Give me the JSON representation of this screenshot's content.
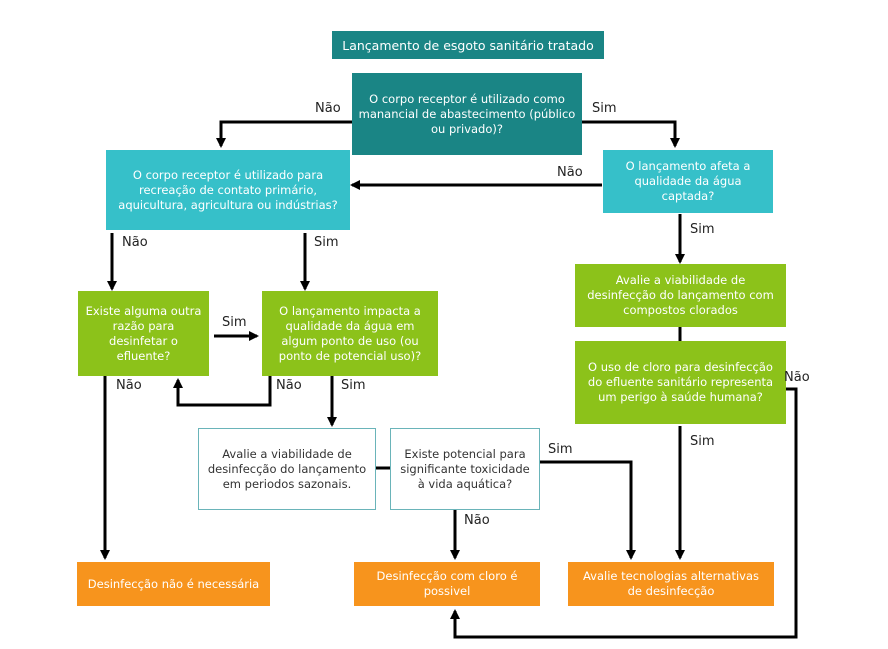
{
  "title": "Lançamento de esgoto  sanitário tratado",
  "nodes": {
    "q_manancial": "O corpo receptor é utilizado como manancial de abastecimento (público ou privado)?",
    "q_recreacao": "O corpo receptor é utilizado para recreação de contato primário, aquicultura, agricultura ou indústrias?",
    "q_afeta_captada": "O lançamento afeta a qualidade da água captada?",
    "q_outra_razao": "Existe alguma outra razão para desinfetar o efluente?",
    "q_impacta_ponto_uso": "O lançamento impacta a qualidade da água em algum ponto de uso (ou ponto de potencial uso)?",
    "a_avalie_clorados": "Avalie a viabilidade de desinfecção do lançamento com compostos clorados",
    "q_cloro_perigo": "O uso de cloro para desinfecção do efluente sanitário representa um perigo à saúde humana?",
    "a_avalie_sazonais": "Avalie a viabilidade de desinfecção do lançamento em periodos sazonais.",
    "q_toxicidade": "Existe potencial para significante toxicidade à vida aquática?",
    "r_nao_necessaria": "Desinfecção não é necessária",
    "r_cloro_possivel": "Desinfecção com cloro é possivel",
    "r_alternativas": "Avalie tecnologias alternativas de desinfecção"
  },
  "edge_labels": {
    "nao": "Não",
    "sim": "Sim"
  },
  "colors": {
    "teal_dark": "#1a8585",
    "teal_light": "#36c0c9",
    "green": "#8cc21a",
    "orange": "#f7941d",
    "outline": "#6ab4b9"
  }
}
